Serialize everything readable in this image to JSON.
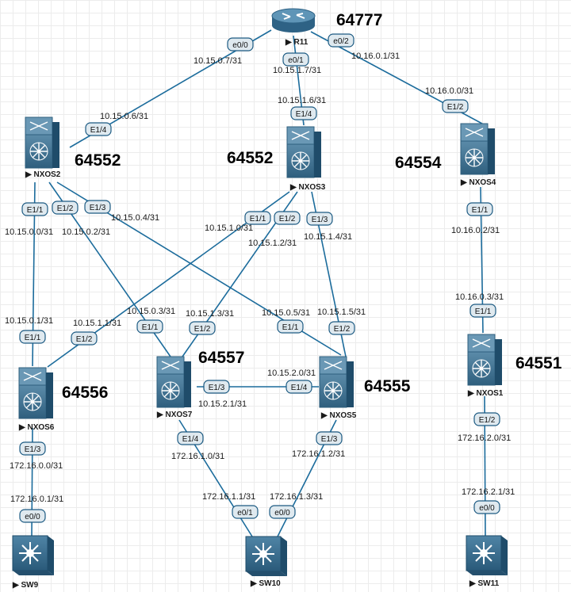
{
  "devices": [
    {
      "id": "R11",
      "kind": "router"
    },
    {
      "id": "NXOS2",
      "kind": "nexus"
    },
    {
      "id": "NXOS3",
      "kind": "nexus"
    },
    {
      "id": "NXOS4",
      "kind": "nexus"
    },
    {
      "id": "NXOS1",
      "kind": "nexus"
    },
    {
      "id": "NXOS6",
      "kind": "nexus"
    },
    {
      "id": "NXOS7",
      "kind": "nexus"
    },
    {
      "id": "NXOS5",
      "kind": "nexus"
    },
    {
      "id": "SW9",
      "kind": "switch"
    },
    {
      "id": "SW10",
      "kind": "switch"
    },
    {
      "id": "SW11",
      "kind": "switch"
    }
  ],
  "asns": {
    "R11": "64777",
    "NXOS2": "64552",
    "NXOS3": "64552",
    "NXOS4": "64554",
    "NXOS1": "64551",
    "NXOS6": "64556",
    "NXOS7": "64557",
    "NXOS5": "64555"
  },
  "links": [
    {
      "id": "r11-nxos2",
      "ports": [
        "e0/0",
        "E1/4"
      ],
      "ips": [
        "10.15.0.7/31",
        "10.15.0.6/31"
      ]
    },
    {
      "id": "r11-nxos3",
      "ports": [
        "e0/1",
        "E1/4"
      ],
      "ips": [
        "10.15.1.7/31",
        "10.15.1.6/31"
      ]
    },
    {
      "id": "r11-nxos4",
      "ports": [
        "e0/2",
        "E1/2"
      ],
      "ips": [
        "10.16.0.1/31",
        "10.16.0.0/31"
      ]
    },
    {
      "id": "nxos2-nxos6",
      "ports": [
        "E1/1",
        "E1/1"
      ],
      "ips": [
        "10.15.0.0/31",
        "10.15.0.1/31"
      ]
    },
    {
      "id": "nxos2-nxos7",
      "ports": [
        "E1/2",
        "E1/1"
      ],
      "ips": [
        "10.15.0.2/31",
        "10.15.0.3/31"
      ]
    },
    {
      "id": "nxos2-nxos5",
      "ports": [
        "E1/3",
        "E1/1"
      ],
      "ips": [
        "10.15.0.4/31",
        "10.15.0.5/31"
      ]
    },
    {
      "id": "nxos3-nxos6",
      "ports": [
        "E1/1",
        "E1/2"
      ],
      "ips": [
        "10.15.1.0/31",
        "10.15.1.1/31"
      ]
    },
    {
      "id": "nxos3-nxos7",
      "ports": [
        "E1/2",
        "E1/2"
      ],
      "ips": [
        "10.15.1.2/31",
        "10.15.1.3/31"
      ]
    },
    {
      "id": "nxos3-nxos5",
      "ports": [
        "E1/3",
        "E1/2"
      ],
      "ips": [
        "10.15.1.4/31",
        "10.15.1.5/31"
      ]
    },
    {
      "id": "nxos4-nxos1",
      "ports": [
        "E1/1",
        "E1/1"
      ],
      "ips": [
        "10.16.0.2/31",
        "10.16.0.3/31"
      ]
    },
    {
      "id": "nxos7-nxos5",
      "ports": [
        "E1/3",
        "E1/4"
      ],
      "ips": [
        "10.15.2.1/31",
        "10.15.2.0/31"
      ]
    },
    {
      "id": "nxos6-sw9",
      "ports": [
        "E1/3",
        "e0/0"
      ],
      "ips": [
        "172.16.0.0/31",
        "172.16.0.1/31"
      ]
    },
    {
      "id": "nxos7-sw10",
      "ports": [
        "E1/4",
        "e0/1"
      ],
      "ips": [
        "172.16.1.0/31",
        "172.16.1.1/31"
      ]
    },
    {
      "id": "nxos5-sw10",
      "ports": [
        "E1/3",
        "e0/0"
      ],
      "ips": [
        "172.16.1.2/31",
        "172.16.1.3/31"
      ]
    },
    {
      "id": "nxos1-sw11",
      "ports": [
        "E1/2",
        "e0/0"
      ],
      "ips": [
        "172.16.2.0/31",
        "172.16.2.1/31"
      ]
    }
  ]
}
